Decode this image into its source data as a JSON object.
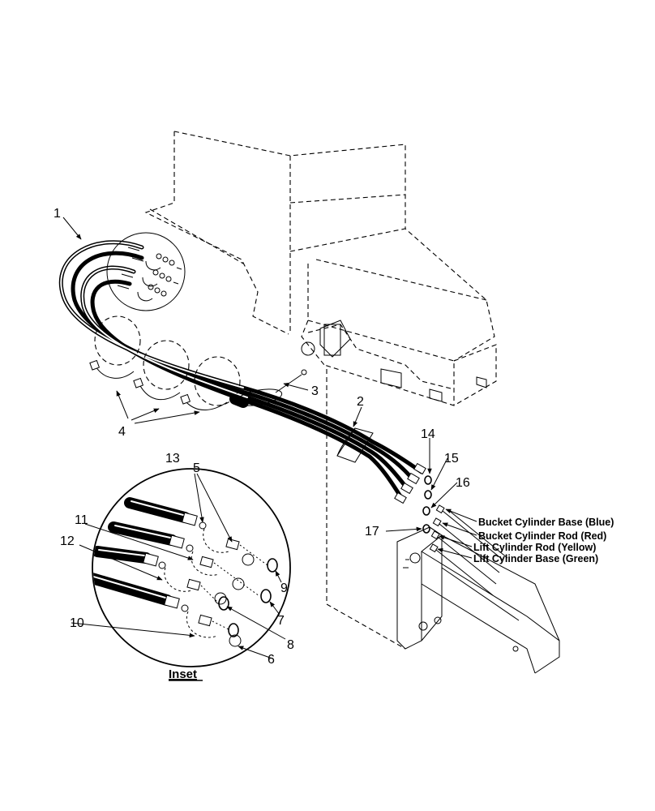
{
  "callouts": {
    "c1": "1",
    "c2": "2",
    "c3": "3",
    "c4": "4",
    "c5": "5",
    "c6": "6",
    "c7": "7",
    "c8": "8",
    "c9": "9",
    "c10": "10",
    "c11": "11",
    "c12": "12",
    "c13": "13",
    "c14": "14",
    "c15": "15",
    "c16": "16",
    "c17": "17"
  },
  "hose_labels": {
    "bucket_base": "Bucket Cylinder Base (Blue)",
    "bucket_rod": "Bucket Cylinder Rod (Red)",
    "lift_rod": "Lift Cylinder Rod (Yellow)",
    "lift_base": "Lift Cylinder Base (Green)"
  },
  "inset": {
    "title": "Inset"
  }
}
